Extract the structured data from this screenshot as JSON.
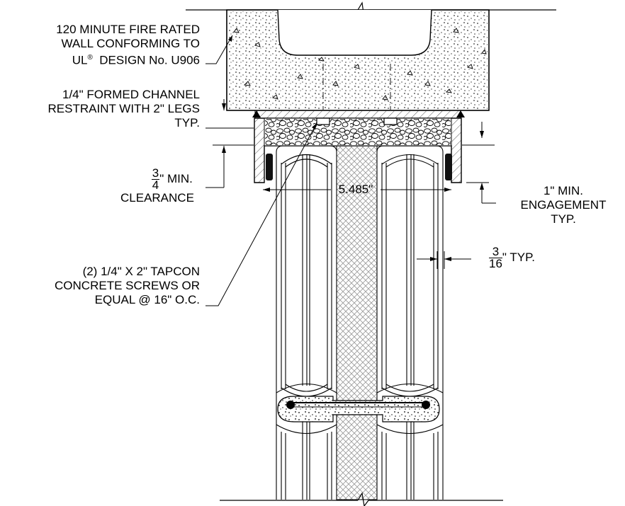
{
  "labels": {
    "fire_wall": [
      "120 MINUTE FIRE RATED",
      "WALL CONFORMING TO",
      "DESIGN No. U906"
    ],
    "ul_mark": "UL",
    "registered": "®",
    "channel": [
      "1/4\" FORMED CHANNEL",
      "RESTRAINT WITH 2\" LEGS",
      "TYP."
    ],
    "clearance_num": "3",
    "clearance_den": "4",
    "clearance_text": "\" MIN.",
    "clearance_line2": "CLEARANCE",
    "width_dim": "5.485\"",
    "engagement": [
      "1\" MIN.",
      "ENGAGEMENT",
      "TYP."
    ],
    "gap_num": "3",
    "gap_den": "16",
    "gap_text": "\" TYP.",
    "screws": [
      "(2) 1/4\" X 2\" TAPCON",
      "CONCRETE SCREWS OR",
      "EQUAL @ 16\" O.C."
    ]
  },
  "colors": {
    "line": "#000000",
    "hatch": "#555555",
    "glass_core": "#d9d9d9",
    "sealant": "#111111",
    "background": "#ffffff"
  }
}
